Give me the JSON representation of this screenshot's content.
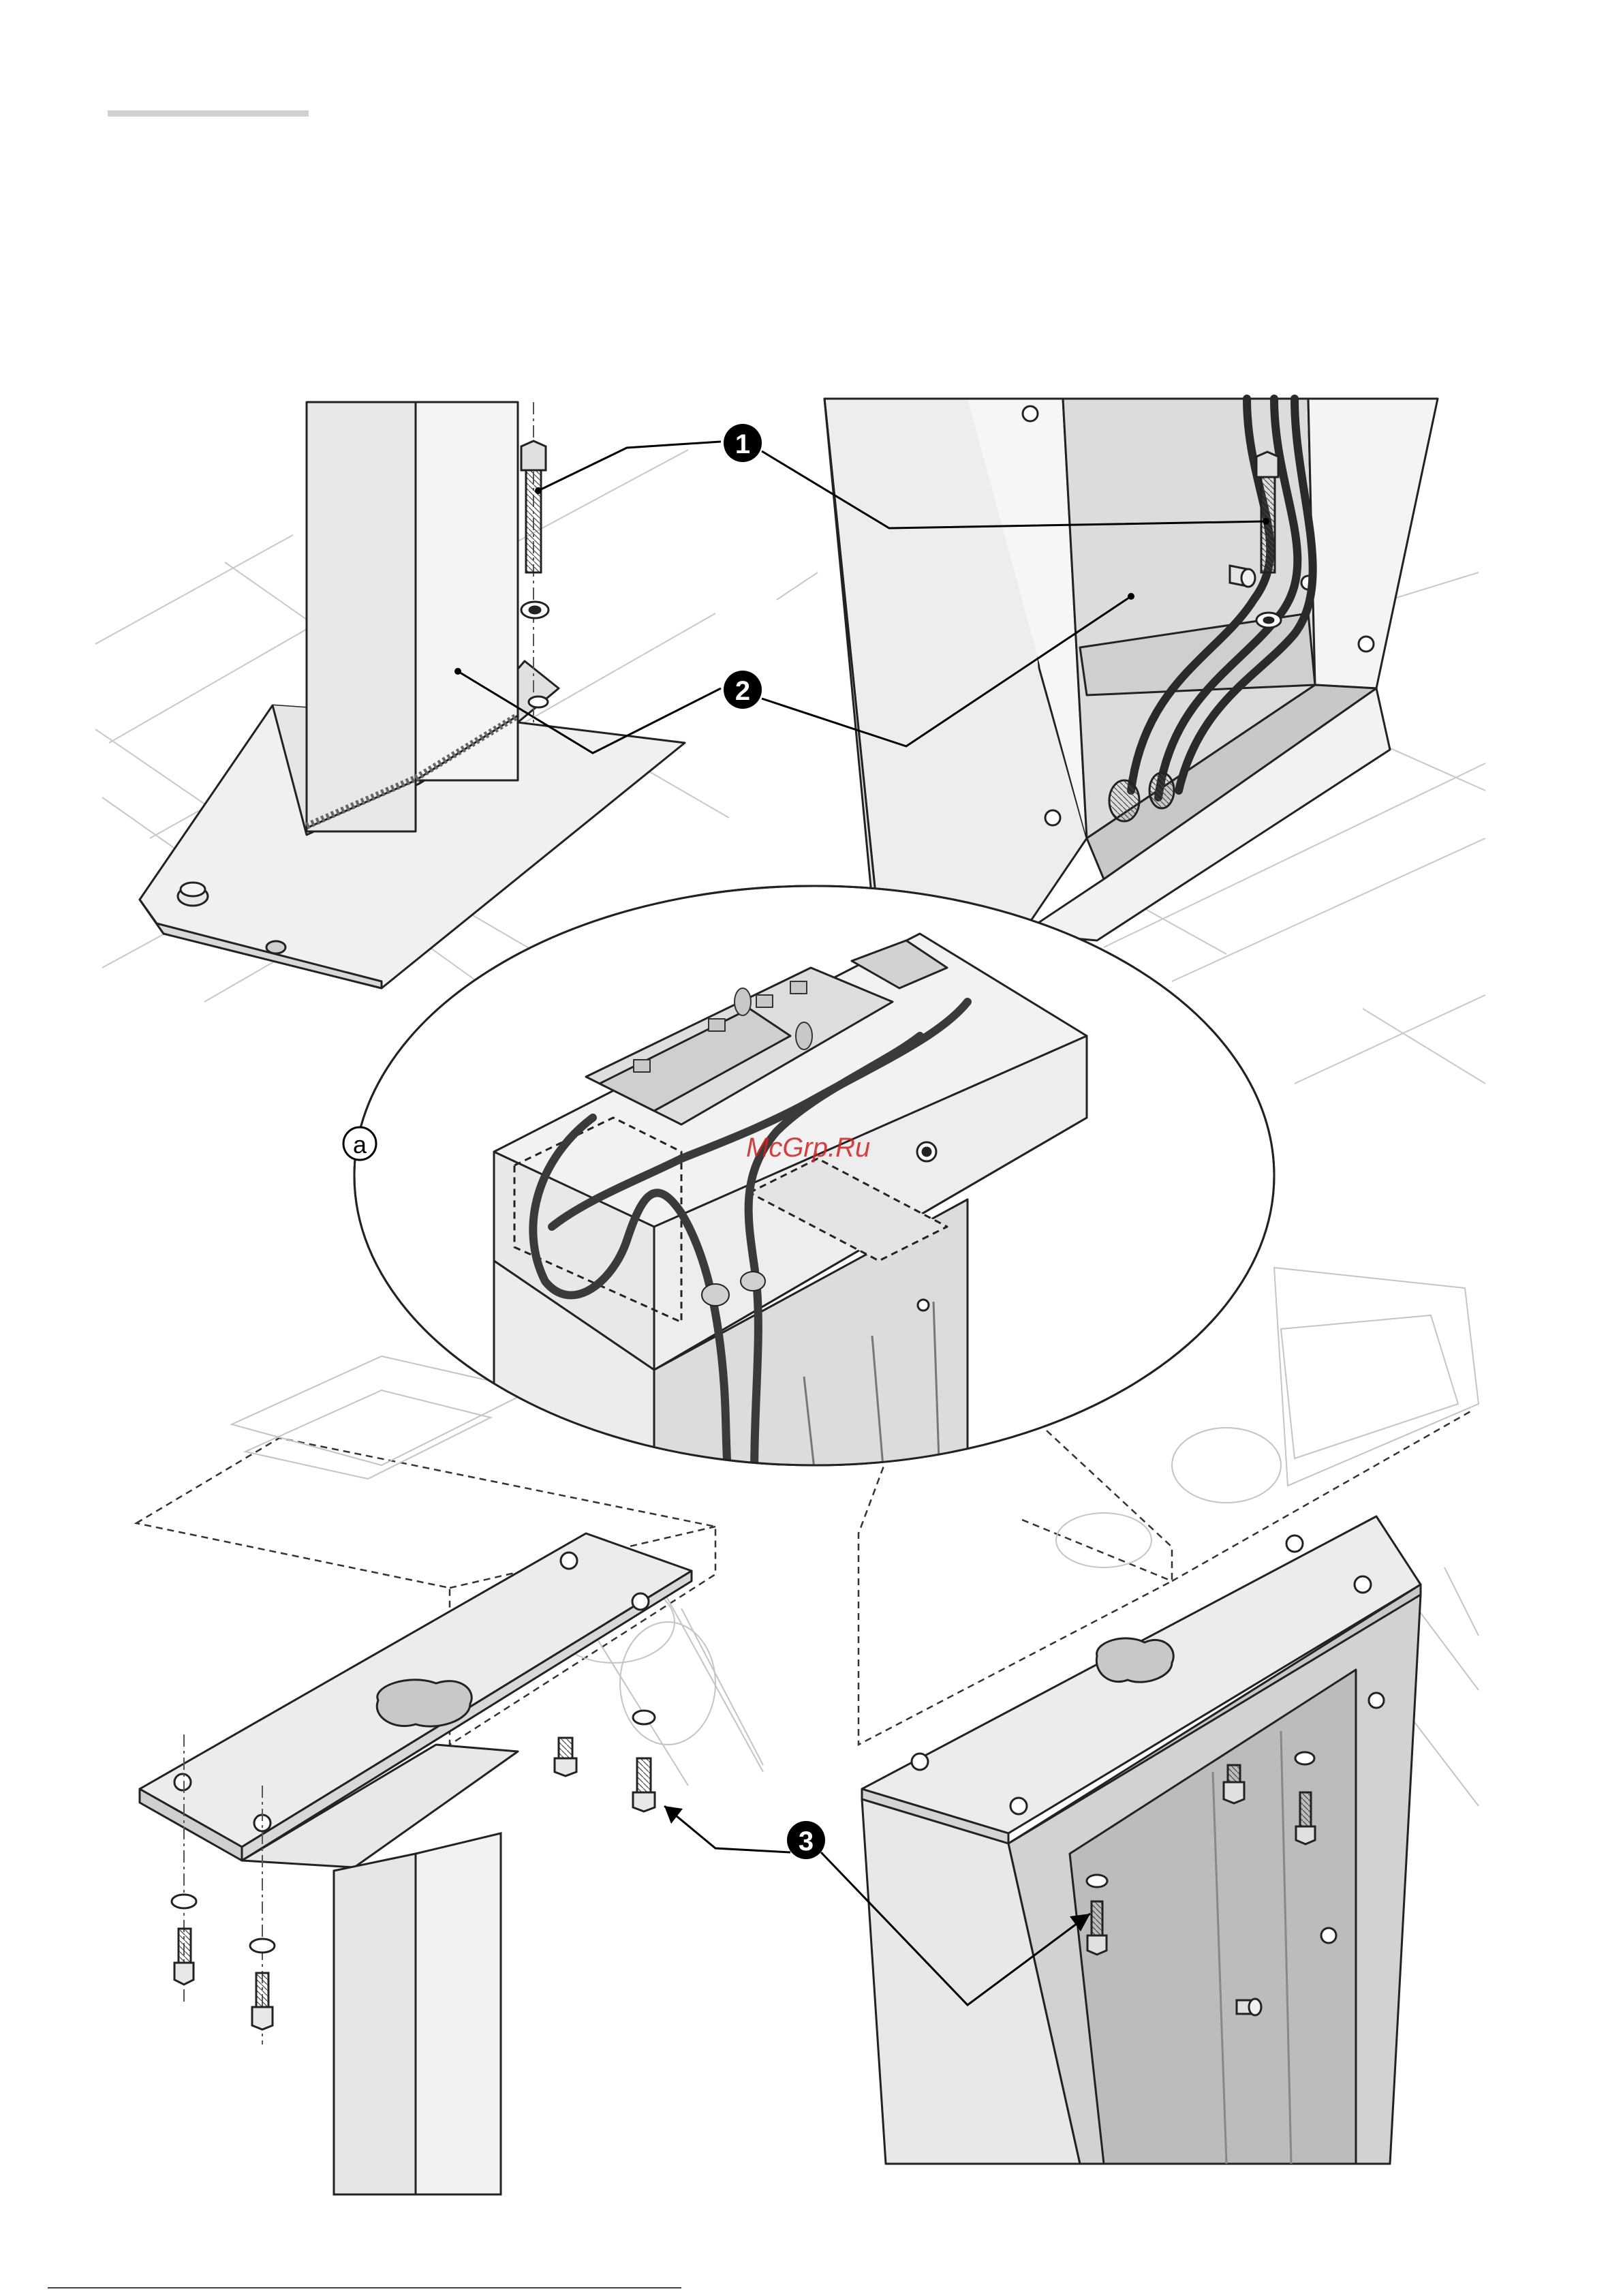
{
  "callouts": {
    "one": "1",
    "two": "2",
    "three": "3",
    "detail": "a"
  },
  "watermark": "McGrp.Ru",
  "colors": {
    "line": "#222222",
    "faint": "#b8b8b8",
    "metal_light": "#f0f0f0",
    "metal_mid": "#dcdcdc",
    "metal_dark": "#c4c4c4",
    "callout_fill": "#000000",
    "watermark": "#cc2222"
  }
}
